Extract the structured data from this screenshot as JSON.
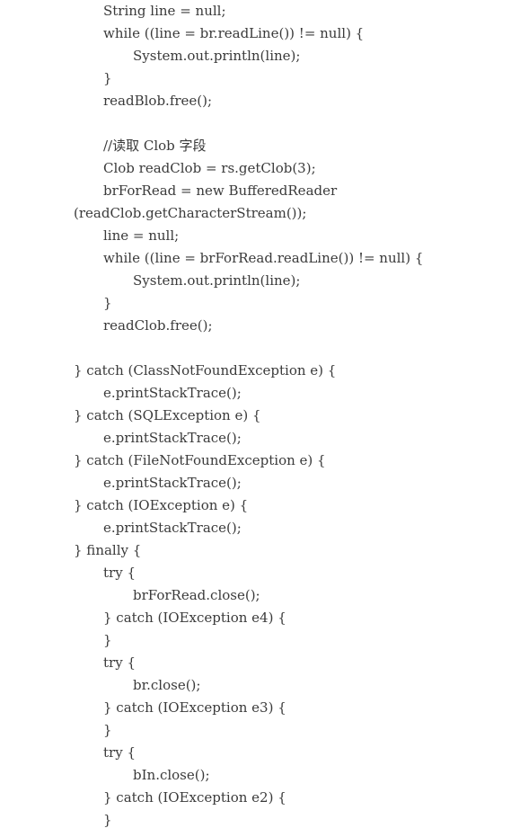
{
  "document": {
    "lines": [
      {
        "indent": 115,
        "text": "String line = null;"
      },
      {
        "indent": 115,
        "text": "while ((line = br.readLine()) != null) {"
      },
      {
        "indent": 148,
        "text": "System.out.println(line);"
      },
      {
        "indent": 115,
        "text": "}"
      },
      {
        "indent": 115,
        "text": "readBlob.free();"
      },
      {
        "indent": 115,
        "text": ""
      },
      {
        "indent": 115,
        "text": "//读取 Clob 字段"
      },
      {
        "indent": 115,
        "text": "Clob readClob = rs.getClob(3);"
      },
      {
        "indent": 115,
        "text": "brForRead = new BufferedReader"
      },
      {
        "indent": 82,
        "text": "(readClob.getCharacterStream());"
      },
      {
        "indent": 115,
        "text": "line = null;"
      },
      {
        "indent": 115,
        "text": "while ((line = brForRead.readLine()) != null) {"
      },
      {
        "indent": 148,
        "text": "System.out.println(line);"
      },
      {
        "indent": 115,
        "text": "}"
      },
      {
        "indent": 115,
        "text": "readClob.free();"
      },
      {
        "indent": 82,
        "text": ""
      },
      {
        "indent": 82,
        "text": "} catch (ClassNotFoundException e) {"
      },
      {
        "indent": 115,
        "text": "e.printStackTrace();"
      },
      {
        "indent": 82,
        "text": "} catch (SQLException e) {"
      },
      {
        "indent": 115,
        "text": "e.printStackTrace();"
      },
      {
        "indent": 82,
        "text": "} catch (FileNotFoundException e) {"
      },
      {
        "indent": 115,
        "text": "e.printStackTrace();"
      },
      {
        "indent": 82,
        "text": "} catch (IOException e) {"
      },
      {
        "indent": 115,
        "text": "e.printStackTrace();"
      },
      {
        "indent": 82,
        "text": "} finally {"
      },
      {
        "indent": 115,
        "text": "try {"
      },
      {
        "indent": 148,
        "text": "brForRead.close();"
      },
      {
        "indent": 115,
        "text": "} catch (IOException e4) {"
      },
      {
        "indent": 115,
        "text": "}"
      },
      {
        "indent": 115,
        "text": "try {"
      },
      {
        "indent": 148,
        "text": "br.close();"
      },
      {
        "indent": 115,
        "text": "} catch (IOException e3) {"
      },
      {
        "indent": 115,
        "text": "}"
      },
      {
        "indent": 115,
        "text": "try {"
      },
      {
        "indent": 148,
        "text": "bIn.close();"
      },
      {
        "indent": 115,
        "text": "} catch (IOException e2) {"
      },
      {
        "indent": 115,
        "text": "}"
      }
    ]
  }
}
